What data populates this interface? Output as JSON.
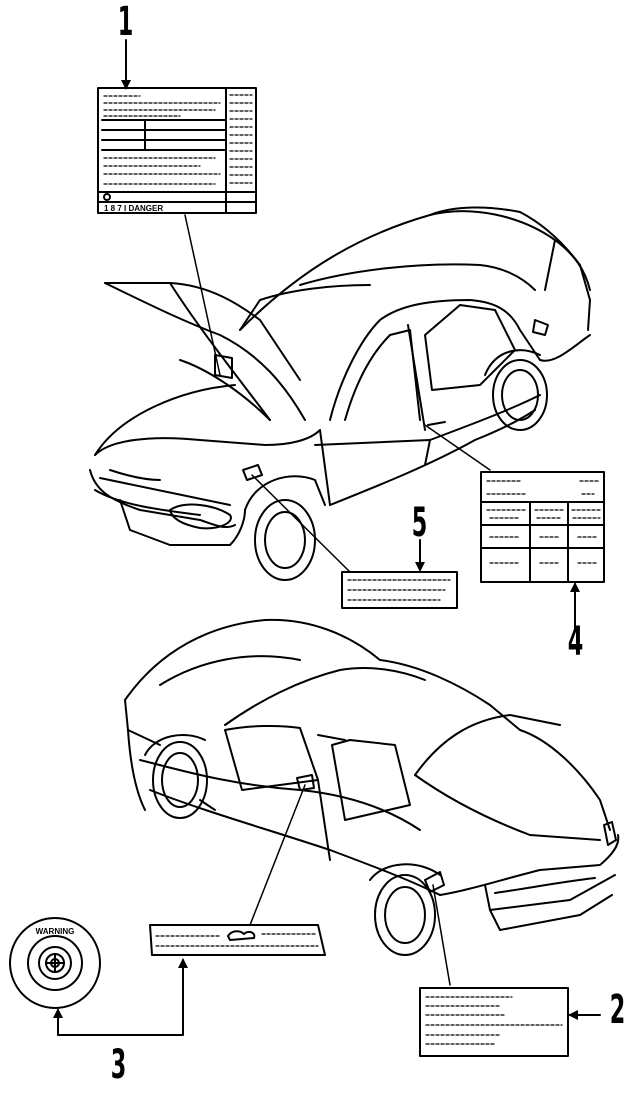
{
  "callouts": {
    "c1": "1",
    "c2": "2",
    "c3": "3",
    "c4": "4",
    "c5": "5"
  },
  "labels": {
    "warning_ring": "WARNING",
    "label1_bottom": "1   8   7   I DANGER"
  }
}
